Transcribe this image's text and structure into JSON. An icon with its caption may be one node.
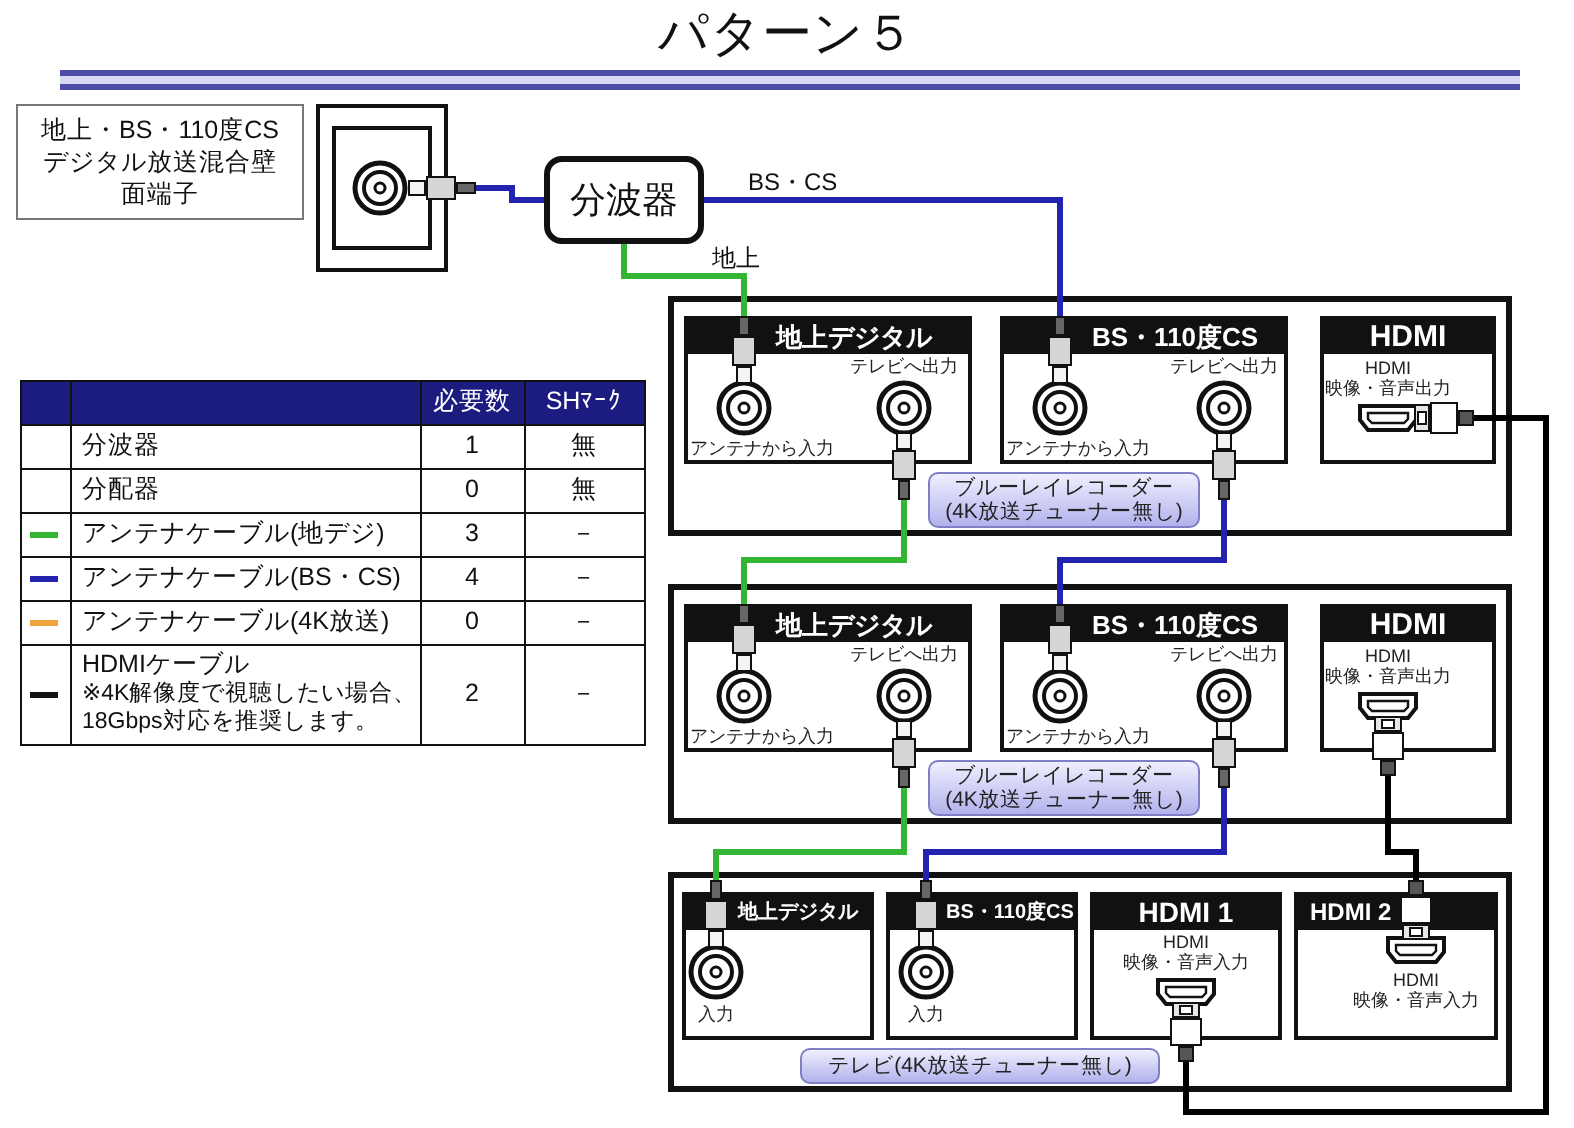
{
  "diagram": {
    "title": "パターン５",
    "nodes": [
      {
        "text": [
          "地上・BS・110度CSデジタル放送混合壁面端子"
        ]
      },
      {
        "text": [],
        "shape": "picture"
      },
      {
        "text": [
          "分波器"
        ]
      },
      {
        "text": [
          "ブルーレイレコーダー(4K放送チューナー無し)"
        ]
      },
      {
        "text": [
          "地上デジタル"
        ],
        "in": 3
      },
      {
        "text": [],
        "shape": "circle",
        "in": 4,
        "beside": [
          "アンテナから入力"
        ]
      },
      {
        "text": [],
        "shape": "circle",
        "in": 4,
        "beside": [
          "テレビへ出力"
        ]
      },
      {
        "text": [
          "BS・110度CS"
        ],
        "in": 3
      },
      {
        "text": [],
        "shape": "circle",
        "in": 7,
        "beside": [
          "アンテナから入力"
        ]
      },
      {
        "text": [],
        "shape": "circle",
        "in": 7,
        "beside": [
          "テレビへ出力"
        ]
      },
      {
        "text": [
          "HDMI"
        ],
        "in": 3
      },
      {
        "text": [],
        "shape": "picture",
        "in": 10,
        "beside": [
          "HDMI 映像・音声出力"
        ]
      },
      {
        "text": [
          "ブルーレイレコーダー(4K放送チューナー無し)"
        ]
      },
      {
        "text": [
          "地上デジタル"
        ],
        "in": 12
      },
      {
        "text": [],
        "shape": "circle",
        "in": 13,
        "beside": [
          "アンテナから入力"
        ]
      },
      {
        "text": [],
        "shape": "circle",
        "in": 13,
        "beside": [
          "テレビへ出力"
        ]
      },
      {
        "text": [
          "BS・110度CS"
        ],
        "in": 12
      },
      {
        "text": [],
        "shape": "circle",
        "in": 16,
        "beside": [
          "アンテナから入力"
        ]
      },
      {
        "text": [],
        "shape": "circle",
        "in": 16,
        "beside": [
          "テレビへ出力"
        ]
      },
      {
        "text": [
          "HDMI"
        ],
        "in": 12
      },
      {
        "text": [],
        "shape": "picture",
        "in": 19,
        "beside": [
          "HDMI 映像・音声出力"
        ]
      },
      {
        "text": [
          "テレビ(4K放送チューナー無し)"
        ]
      },
      {
        "text": [
          "地上デジタル"
        ],
        "in": 21
      },
      {
        "text": [],
        "shape": "circle",
        "in": 22,
        "beside": [
          "入力"
        ]
      },
      {
        "text": [
          "BS・110度CS"
        ],
        "in": 21
      },
      {
        "text": [],
        "shape": "circle",
        "in": 24,
        "beside": [
          "入力"
        ]
      },
      {
        "text": [
          "HDMI 1"
        ],
        "in": 21
      },
      {
        "text": [],
        "shape": "picture",
        "in": 26,
        "beside": [
          "HDMI 映像・音声入力"
        ]
      },
      {
        "text": [
          "HDMI 2"
        ],
        "in": 21
      },
      {
        "text": [],
        "shape": "picture",
        "in": 28,
        "beside": [
          "HDMI 映像・音声入力"
        ]
      }
    ],
    "edges": [
      {
        "from": 1,
        "to": 2,
        "arrow": "other"
      },
      {
        "from": 2,
        "to": 8,
        "arrow": "other",
        "label": "BS・CS"
      },
      {
        "from": 2,
        "to": 5,
        "arrow": "other",
        "label": "地上",
        "color": "#34b534"
      },
      {
        "from": 6,
        "to": 14,
        "arrow": "other",
        "color": "#34b534"
      },
      {
        "from": 9,
        "to": 17,
        "arrow": "other"
      },
      {
        "from": 15,
        "to": 23,
        "arrow": "other",
        "color": "#34b534"
      },
      {
        "from": 18,
        "to": 25,
        "arrow": "other"
      },
      {
        "from": 11,
        "to": 27,
        "arrow": "other",
        "color": "#000000"
      },
      {
        "from": 20,
        "to": 29,
        "arrow": "other",
        "color": "#000000"
      }
    ],
    "labels": [
      "必要数",
      "SHﾏｰｸ",
      "分波器",
      "1",
      "無",
      "分配器",
      "0",
      "無",
      "アンテナケーブル(地デジ)",
      "3",
      "－",
      "アンテナケーブル(BS・CS)",
      "4",
      "－",
      "アンテナケーブル(4K放送)",
      "0",
      "－",
      "HDMIケーブル",
      "※4K解像度で視聴したい場合、18Gbps対応を推奨します。",
      "2",
      "－"
    ]
  }
}
